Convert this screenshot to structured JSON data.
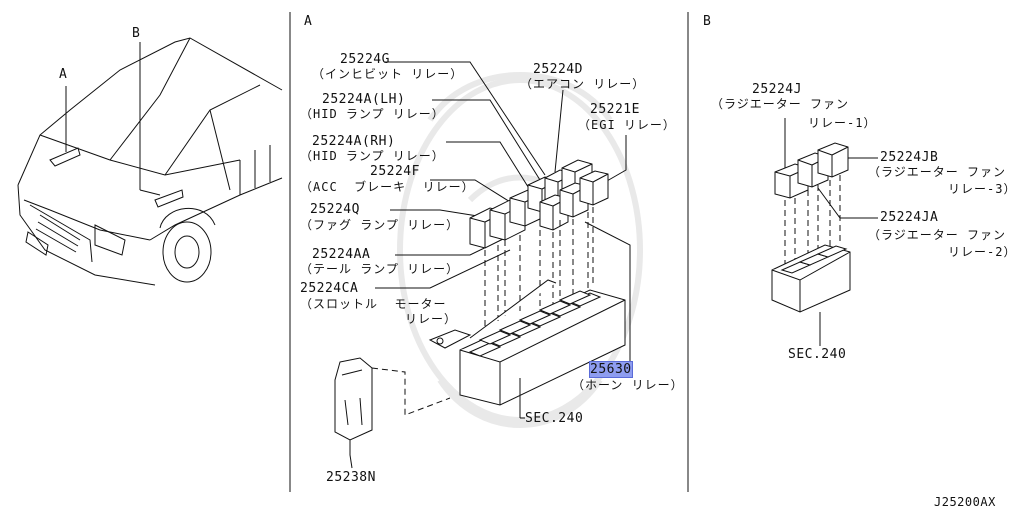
{
  "diagram": {
    "ref_code": "J25200AX",
    "accent_color": "#8e9df0",
    "car_view": {
      "label_a": "A",
      "label_b": "B"
    },
    "panel_a": {
      "title": "A",
      "callouts": [
        {
          "part": "25224G",
          "desc": "（インヒビット リレー）"
        },
        {
          "part": "25224A(LH)",
          "desc": "（HID ランプ リレー）"
        },
        {
          "part": "25224A(RH)",
          "desc": "（HID ランプ リレー）"
        },
        {
          "part": "25224F",
          "desc": "（ACC  ブレーキ  リレー）"
        },
        {
          "part": "25224Q",
          "desc": "（ファグ ランプ リレー）"
        },
        {
          "part": "25224AA",
          "desc": "（テール ランプ リレー）"
        },
        {
          "part": "25224CA",
          "desc": "（スロットル  モーター",
          "desc2": "リレー）"
        },
        {
          "part": "25224D",
          "desc": "（エアコン リレー）"
        },
        {
          "part": "25221E",
          "desc": "（EGI リレー）"
        },
        {
          "part": "25630",
          "desc": "（ホーン リレー）",
          "highlighted": true
        }
      ],
      "sec": "SEC.240",
      "fuse": "25238N"
    },
    "panel_b": {
      "title": "B",
      "callouts": [
        {
          "part": "25224J",
          "desc": "（ラジエーター ファン",
          "desc2": "リレー-1）"
        },
        {
          "part": "25224JB",
          "desc": "（ラジエーター ファン",
          "desc2": "リレー-3）"
        },
        {
          "part": "25224JA",
          "desc": "（ラジエーター ファン",
          "desc2": "リレー-2）"
        }
      ],
      "sec": "SEC.240"
    }
  }
}
